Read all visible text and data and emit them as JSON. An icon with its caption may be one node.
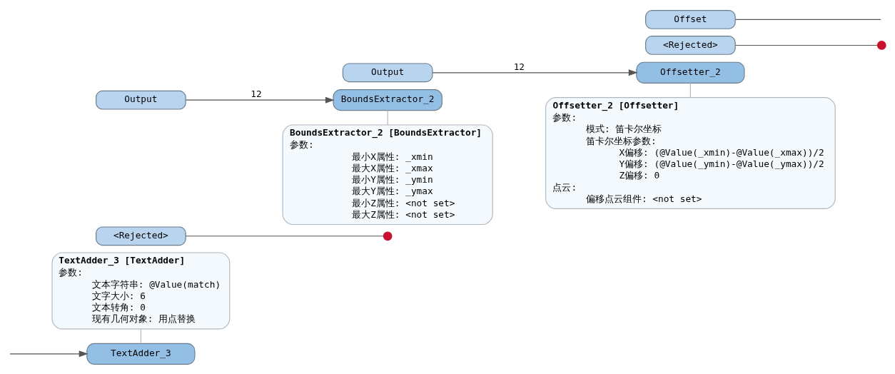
{
  "diagram": {
    "nodes": [
      {
        "text": [
          "TextAdder_3"
        ]
      },
      {
        "text": [
          "Output"
        ]
      },
      {
        "text": [
          "<Rejected>"
        ]
      },
      {
        "text": [
          "BoundsExtractor_2"
        ]
      },
      {
        "text": [
          "Output"
        ]
      },
      {
        "text": [
          "Offsetter_2"
        ]
      },
      {
        "text": [
          "Offset"
        ]
      },
      {
        "text": [
          "<Rejected>"
        ]
      },
      {
        "text": [
          "TextAdder_3 [TextAdder]",
          "参数:",
          "文本字符串: @Value(match)",
          "文字大小: 6",
          "文本转角: 0",
          "现有几何对象: 用点替换"
        ]
      },
      {
        "text": [
          "BoundsExtractor_2 [BoundsExtractor]",
          "参数:",
          "最小X属性: _xmin",
          "最大X属性: _xmax",
          "最小Y属性: _ymin",
          "最大Y属性: _ymax",
          "最小Z属性: <not set>",
          "最大Z属性: <not set>"
        ]
      },
      {
        "text": [
          "Offsetter_2 [Offsetter]",
          "参数:",
          "模式: 笛卡尔坐标",
          "笛卡尔坐标参数:",
          "X偏移: (@Value(_xmin)-@Value(_xmax))/2",
          "Y偏移: (@Value(_ymin)-@Value(_ymax))/2",
          "Z偏移: 0",
          "点云:",
          "偏移点云组件: <not set>"
        ]
      },
      {
        "text": [],
        "shape": "circle"
      },
      {
        "text": [],
        "shape": "circle"
      }
    ],
    "edges": [
      {
        "from": null,
        "to": 0,
        "arrow": "to"
      },
      {
        "from": 1,
        "to": 3,
        "arrow": "to",
        "label": "12"
      },
      {
        "from": 4,
        "to": 5,
        "arrow": "to",
        "label": "12"
      },
      {
        "from": 6,
        "to": null,
        "arrow": "none"
      },
      {
        "from": 2,
        "to": 11,
        "arrow": "none"
      },
      {
        "from": 7,
        "to": 12,
        "arrow": "none"
      },
      {
        "from": 8,
        "to": 0,
        "arrow": "none",
        "color": "#b0b8c0"
      },
      {
        "from": 9,
        "to": 3,
        "arrow": "none",
        "color": "#b0b8c0"
      },
      {
        "from": 10,
        "to": 5,
        "arrow": "none",
        "color": "#b0b8c0"
      }
    ]
  }
}
